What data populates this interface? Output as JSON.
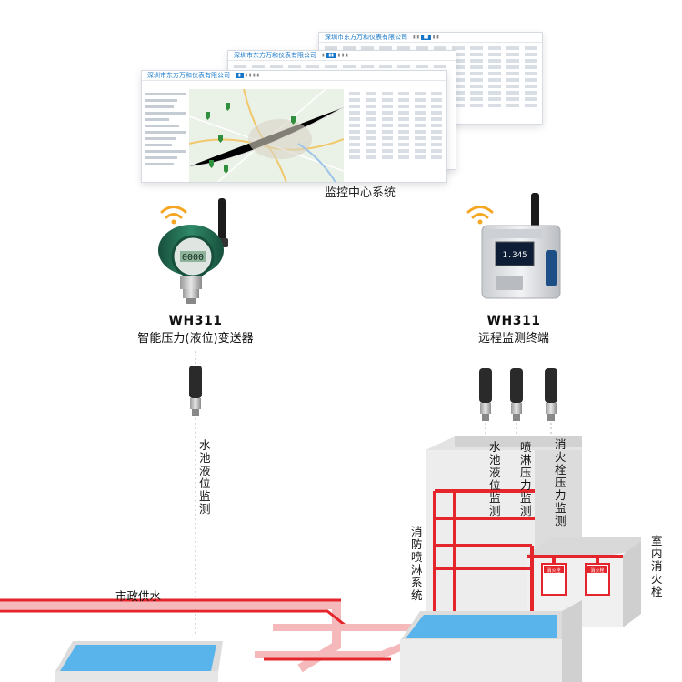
{
  "screens": {
    "company": "深圳市东方万和仪表有限公司",
    "caption": "监控中心系统"
  },
  "left_device": {
    "model": "WH311",
    "name": "智能压力(液位)变送器",
    "display_value": "0000",
    "sensor_label": "水池液位监测"
  },
  "right_device": {
    "model": "WH311",
    "name": "远程监测终端",
    "display_value": "1.345",
    "sensor_labels": [
      "水池液位监测",
      "喷淋压力监测",
      "消火栓压力监测"
    ]
  },
  "scene": {
    "municipal_water": "市政供水",
    "sprinkler_system": "消防喷淋系统",
    "indoor_hydrant": "室内消火栓",
    "hydrant_box_label": "消火栓"
  },
  "colors": {
    "pipe_red": "#e4262c",
    "pipe_pink": "#f5b9bb",
    "tank_blue": "#5ab4ec",
    "wifi_orange": "#f5a623",
    "device_green": "#1f6d52",
    "building_gray": "#ececec"
  }
}
